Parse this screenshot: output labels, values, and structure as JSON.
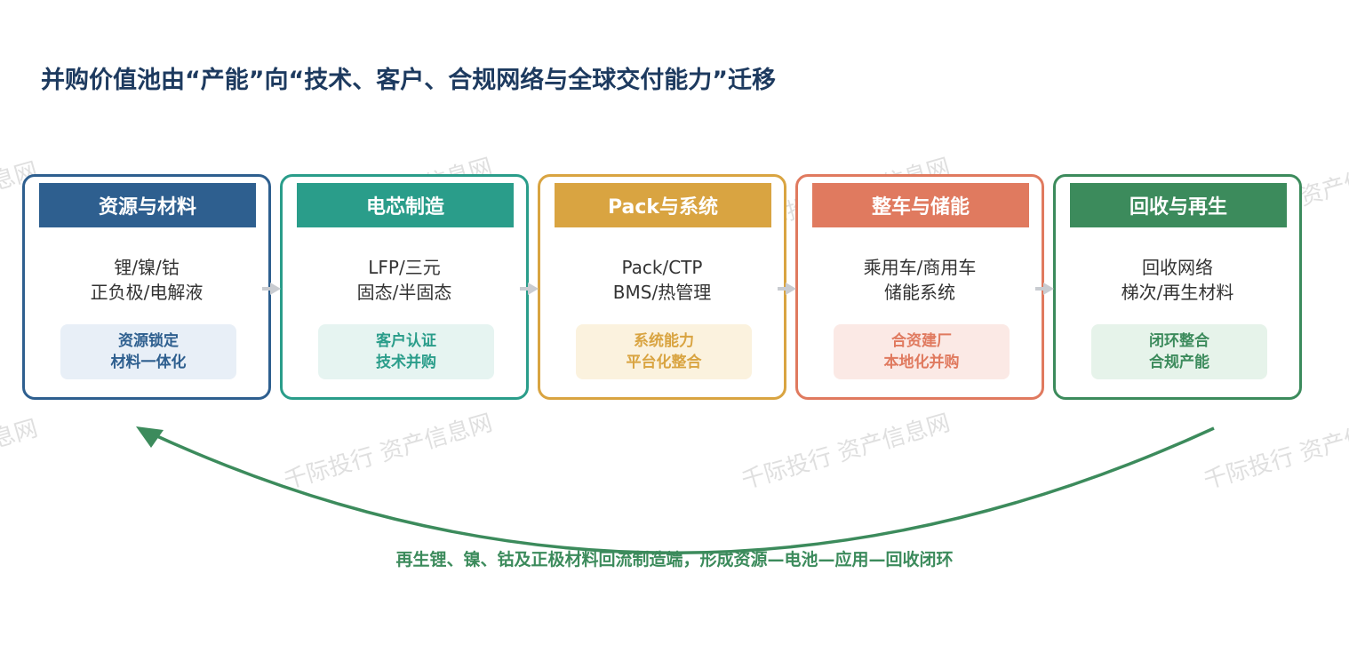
{
  "title": "并购价值池由“产能”向“技术、客户、合规网络与全球交付能力”迁移",
  "cards": [
    {
      "header": "资源与材料",
      "line1": "锂/镍/钴",
      "line2": "正负极/电解液",
      "tag1": "资源锁定",
      "tag2": "材料一体化",
      "color": "#2e5f8f",
      "tag_bg": "#e8eff7",
      "tag_color": "#2e5f8f"
    },
    {
      "header": "电芯制造",
      "line1": "LFP/三元",
      "line2": "固态/半固态",
      "tag1": "客户认证",
      "tag2": "技术并购",
      "color": "#2a9d8a",
      "tag_bg": "#e6f4f1",
      "tag_color": "#2a9d8a"
    },
    {
      "header": "Pack与系统",
      "line1": "Pack/CTP",
      "line2": "BMS/热管理",
      "tag1": "系统能力",
      "tag2": "平台化整合",
      "color": "#d9a441",
      "tag_bg": "#fbf2de",
      "tag_color": "#d9a441"
    },
    {
      "header": "整车与储能",
      "line1": "乘用车/商用车",
      "line2": "储能系统",
      "tag1": "合资建厂",
      "tag2": "本地化并购",
      "color": "#e07a5f",
      "tag_bg": "#fbe9e5",
      "tag_color": "#e07a5f"
    },
    {
      "header": "回收与再生",
      "line1": "回收网络",
      "line2": "梯次/再生材料",
      "tag1": "闭环整合",
      "tag2": "合规产能",
      "color": "#3c8b5c",
      "tag_bg": "#e6f3ea",
      "tag_color": "#3c8b5c"
    }
  ],
  "loop_label": "再生锂、镍、钴及正极材料回流制造端，形成资源—电池—应用—回收闭环",
  "watermark": "千际投行 资产信息网",
  "watermark_partial_1": "息网",
  "watermark_partial_2": "资产",
  "loop_color": "#3c8b5c"
}
